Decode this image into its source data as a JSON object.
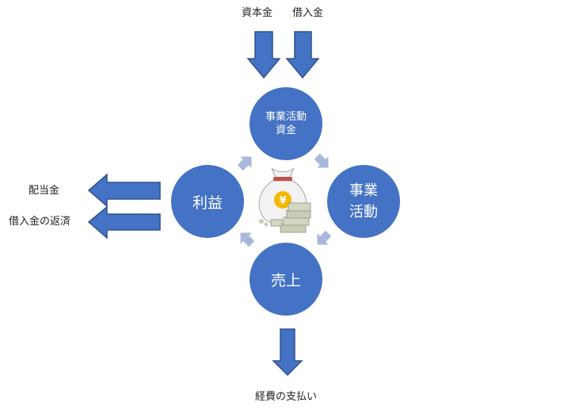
{
  "diagram": {
    "inputs": [
      "資本金",
      "借入金"
    ],
    "outputs_left": [
      "配当金",
      "借入金の返済"
    ],
    "output_bottom": "経費の支払い",
    "nodes": {
      "funds": {
        "line1": "事業活動",
        "line2": "資金"
      },
      "business": {
        "line1": "事業",
        "line2": "活動"
      },
      "sales": {
        "label": "売上"
      },
      "profit": {
        "label": "利益"
      }
    },
    "money_bag_symbol": "¥",
    "colors": {
      "node_fill": "#4472C4",
      "arrow_fill": "#4472C4",
      "arrow_stroke": "#2F528F",
      "cycle_arrow": "#A9B7DC",
      "bag_fill": "#F2F2F2",
      "bag_tie": "#C0504D",
      "coin": "#F5B800",
      "bills": "#C9CFB7"
    },
    "icons": [
      "down-arrow-icon",
      "left-arrow-icon",
      "cycle-arrow-icon",
      "money-bag-icon",
      "bills-stack-icon"
    ]
  }
}
